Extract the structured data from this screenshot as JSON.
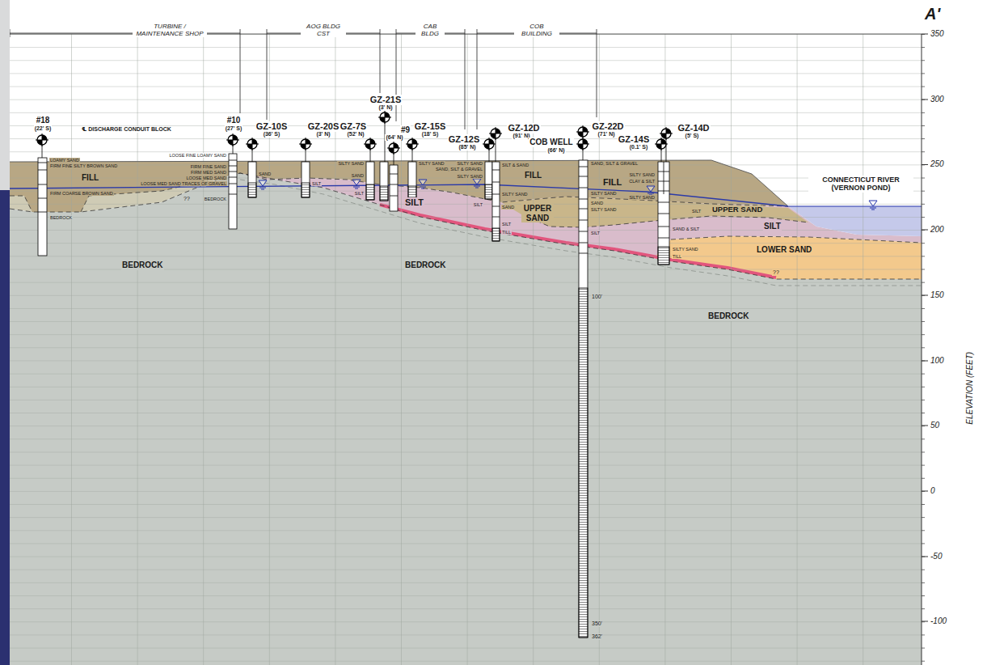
{
  "diagram": {
    "labels": [
      "A'",
      "350",
      "300",
      "250",
      "200",
      "150",
      "100",
      "50",
      "0",
      "-50",
      "-100",
      "ELEVATION (FEET)",
      "TURBINE / MAINTENANCE SHOP",
      "AOG BLDG CST",
      "CAB BLDG",
      "COB BUILDING",
      "#18",
      "(22' S)",
      "℄ DISCHARGE CONDUIT BLOCK",
      "#10",
      "(27' S)",
      "GZ-10S",
      "(36' S)",
      "GZ-20S",
      "(3' N)",
      "GZ-7S",
      "(52' N)",
      "GZ-21S",
      "(3' N)",
      "#9",
      "(64' N)",
      "GZ-15S",
      "(18' S)",
      "GZ-12S",
      "(85' N)",
      "GZ-12D",
      "(91' N)",
      "COB WELL",
      "(66' N)",
      "GZ-22D",
      "(71' N)",
      "GZ-14S",
      "(0.1' S)",
      "GZ-14D",
      "(5' S)",
      "FILL",
      "FILL",
      "FILL",
      "UPPER SAND",
      "UPPER SAND",
      "SILT",
      "SILT",
      "LOWER SAND",
      "BEDROCK",
      "BEDROCK",
      "BEDROCK",
      "CONNECTICUT RIVER (VERNON POND)",
      "??",
      "??",
      "LOAMY SAND",
      "FIRM FINE SILTY BROWN SAND",
      "FIRM COARSE BROWN SAND",
      "BEDROCK",
      "LOOSE FINE LOAMY SAND",
      "FIRM FINE SAND",
      "FIRM MED SAND",
      "LOOSE MED SAND",
      "LOOSE MED SAND TRACES OF GRAVEL",
      "BEDROCK",
      "SAND",
      "SILT",
      "SILTY SAND",
      "SAND",
      "SILT",
      "SILTY SAND",
      "SILTY SAND",
      "SAND, SILT & GRAVEL",
      "SILTY SAND",
      "SILT",
      "SILT & SAND",
      "SILTY SAND",
      "SAND",
      "SILT",
      "TILL",
      "SAND, SILT & GRAVEL",
      "SILTY SAND",
      "SAND",
      "SILTY SAND",
      "SILT",
      "100'",
      "350'",
      "362'",
      "SILTY SAND",
      "CLAY & SILT",
      "SILTY SAND",
      "SILT",
      "SAND & SILT",
      "SILTY SAND",
      "TILL"
    ]
  }
}
